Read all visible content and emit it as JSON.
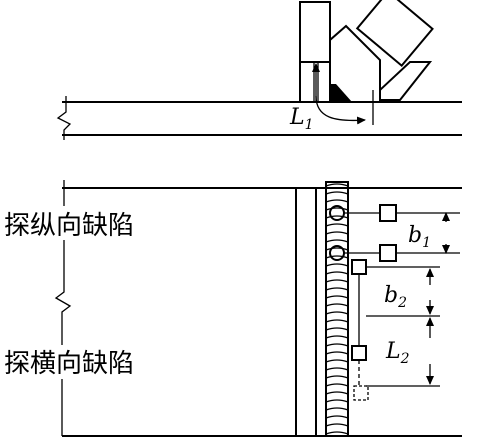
{
  "labels": {
    "L1": "L",
    "L1_sub": "1",
    "b1": "b",
    "b1_sub": "1",
    "b2": "b",
    "b2_sub": "2",
    "L2": "L",
    "L2_sub": "2",
    "longitudinal": "探纵向缺陷",
    "transverse": "探横向缺陷"
  }
}
